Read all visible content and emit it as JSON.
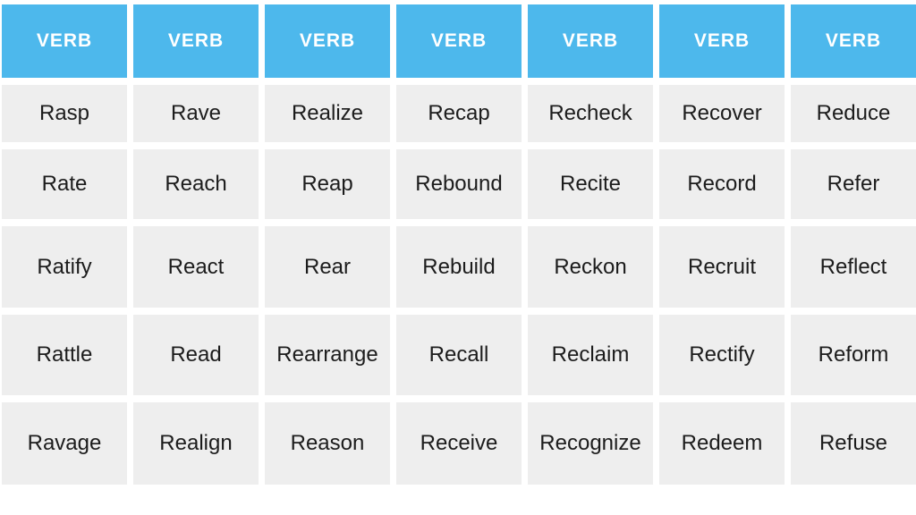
{
  "table": {
    "header_label": "VERB",
    "column_count": 7,
    "rows": [
      [
        "Rasp",
        "Rave",
        "Realize",
        "Recap",
        "Recheck",
        "Recover",
        "Reduce"
      ],
      [
        "Rate",
        "Reach",
        "Reap",
        "Rebound",
        "Recite",
        "Record",
        "Refer"
      ],
      [
        "Ratify",
        "React",
        "Rear",
        "Rebuild",
        "Reckon",
        "Recruit",
        "Reflect"
      ],
      [
        "Rattle",
        "Read",
        "Rearrange",
        "Recall",
        "Reclaim",
        "Rectify",
        "Reform"
      ],
      [
        "Ravage",
        "Realign",
        "Reason",
        "Receive",
        "Recognize",
        "Redeem",
        "Refuse"
      ]
    ],
    "colors": {
      "header_bg": "#4DB8EC",
      "header_text": "#FFFFFF",
      "cell_bg": "#EEEEEE",
      "cell_text": "#1C1C1C",
      "page_bg": "#FFFFFF"
    }
  }
}
